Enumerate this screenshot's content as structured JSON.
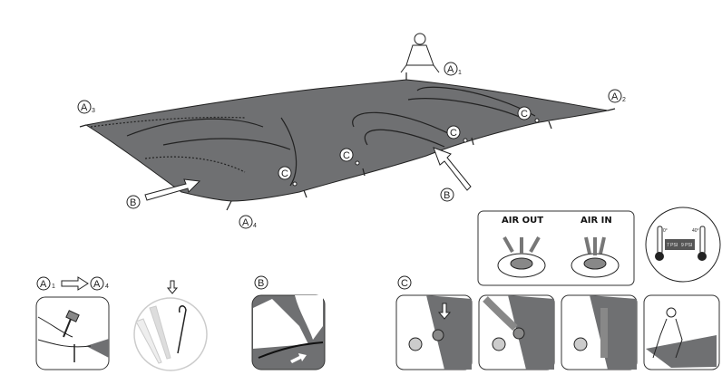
{
  "markers": {
    "a1": {
      "letter": "A",
      "index": "1"
    },
    "a2": {
      "letter": "A",
      "index": "2"
    },
    "a3": {
      "letter": "A",
      "index": "3"
    },
    "a4": {
      "letter": "A",
      "index": "4"
    },
    "b": "B",
    "c": "C"
  },
  "air_panel": {
    "air_out": "AIR OUT",
    "air_in": "AIR IN"
  },
  "thermometer": {
    "low_temp": "0°",
    "high_temp": "40°",
    "low_pressure": "7 PSI",
    "high_pressure": "9 PSI"
  },
  "steps": {
    "step_a": {
      "from": "A",
      "from_index": "1",
      "to": "A",
      "to_index": "4"
    },
    "step_b": "B",
    "step_c": "C"
  },
  "colors": {
    "tarp": "#6f7072",
    "outline": "#222222",
    "panel_border": "#333333"
  }
}
